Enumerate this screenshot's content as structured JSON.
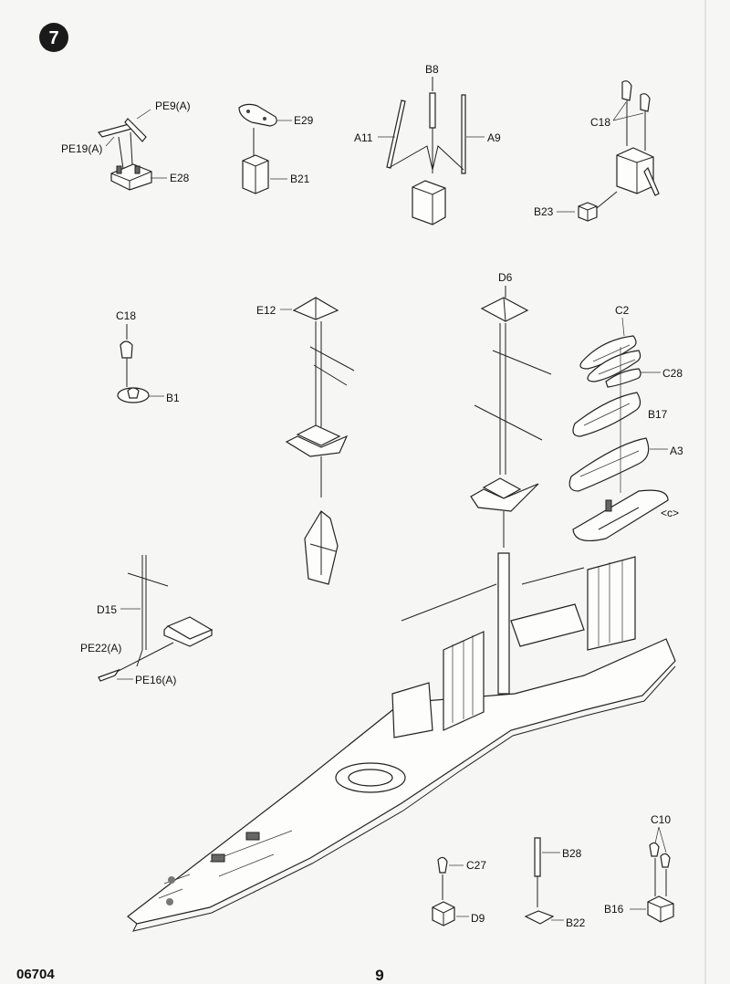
{
  "step_number": "7",
  "labels": {
    "pe9a": "PE9(A)",
    "pe19a": "PE19(A)",
    "e28": "E28",
    "e29": "E29",
    "b21": "B21",
    "b8": "B8",
    "a11": "A11",
    "a9": "A9",
    "c18_top": "C18",
    "b23": "B23",
    "c18_left": "C18",
    "b1": "B1",
    "e12": "E12",
    "d6": "D6",
    "c2": "C2",
    "c28": "C28",
    "b17": "B17",
    "a3": "A3",
    "c_ref": "<c>",
    "d15": "D15",
    "pe22a": "PE22(A)",
    "pe16a": "PE16(A)",
    "c27": "C27",
    "d9": "D9",
    "b28": "B28",
    "b22": "B22",
    "c10": "C10",
    "b16": "B16"
  },
  "footer": {
    "product_code": "06704",
    "page_number": "9"
  }
}
